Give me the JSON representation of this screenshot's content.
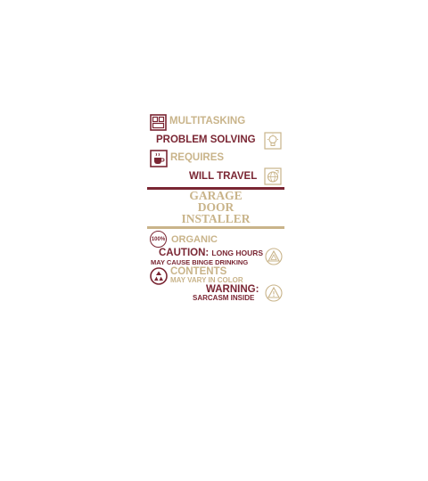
{
  "colors": {
    "tan": "#c9b48a",
    "maroon": "#7a2633"
  },
  "lines": {
    "multitasking": "MULTITASKING",
    "problem_solving": "PROBLEM SOLVING",
    "requires": "REQUIRES",
    "will_travel": "WILL TRAVEL",
    "title_line1": "GARAGE",
    "title_line2": "DOOR",
    "title_line3": "INSTALLER",
    "organic_badge": "100%",
    "organic": "ORGANIC",
    "caution_head": "CAUTION:",
    "caution_tail": "LONG HOURS",
    "caution_sub": "MAY CAUSE BINGE DRINKING",
    "contents": "CONTENTS",
    "contents_sub": "MAY VARY IN COLOR",
    "warning": "WARNING:",
    "warning_sub": "SARCASM INSIDE"
  },
  "icons": [
    "windows-grid-icon",
    "lightbulb-icon",
    "coffee-cup-icon",
    "globe-icon",
    "recycle-icon",
    "caution-triangle-icon",
    "warning-triangle-icon"
  ]
}
